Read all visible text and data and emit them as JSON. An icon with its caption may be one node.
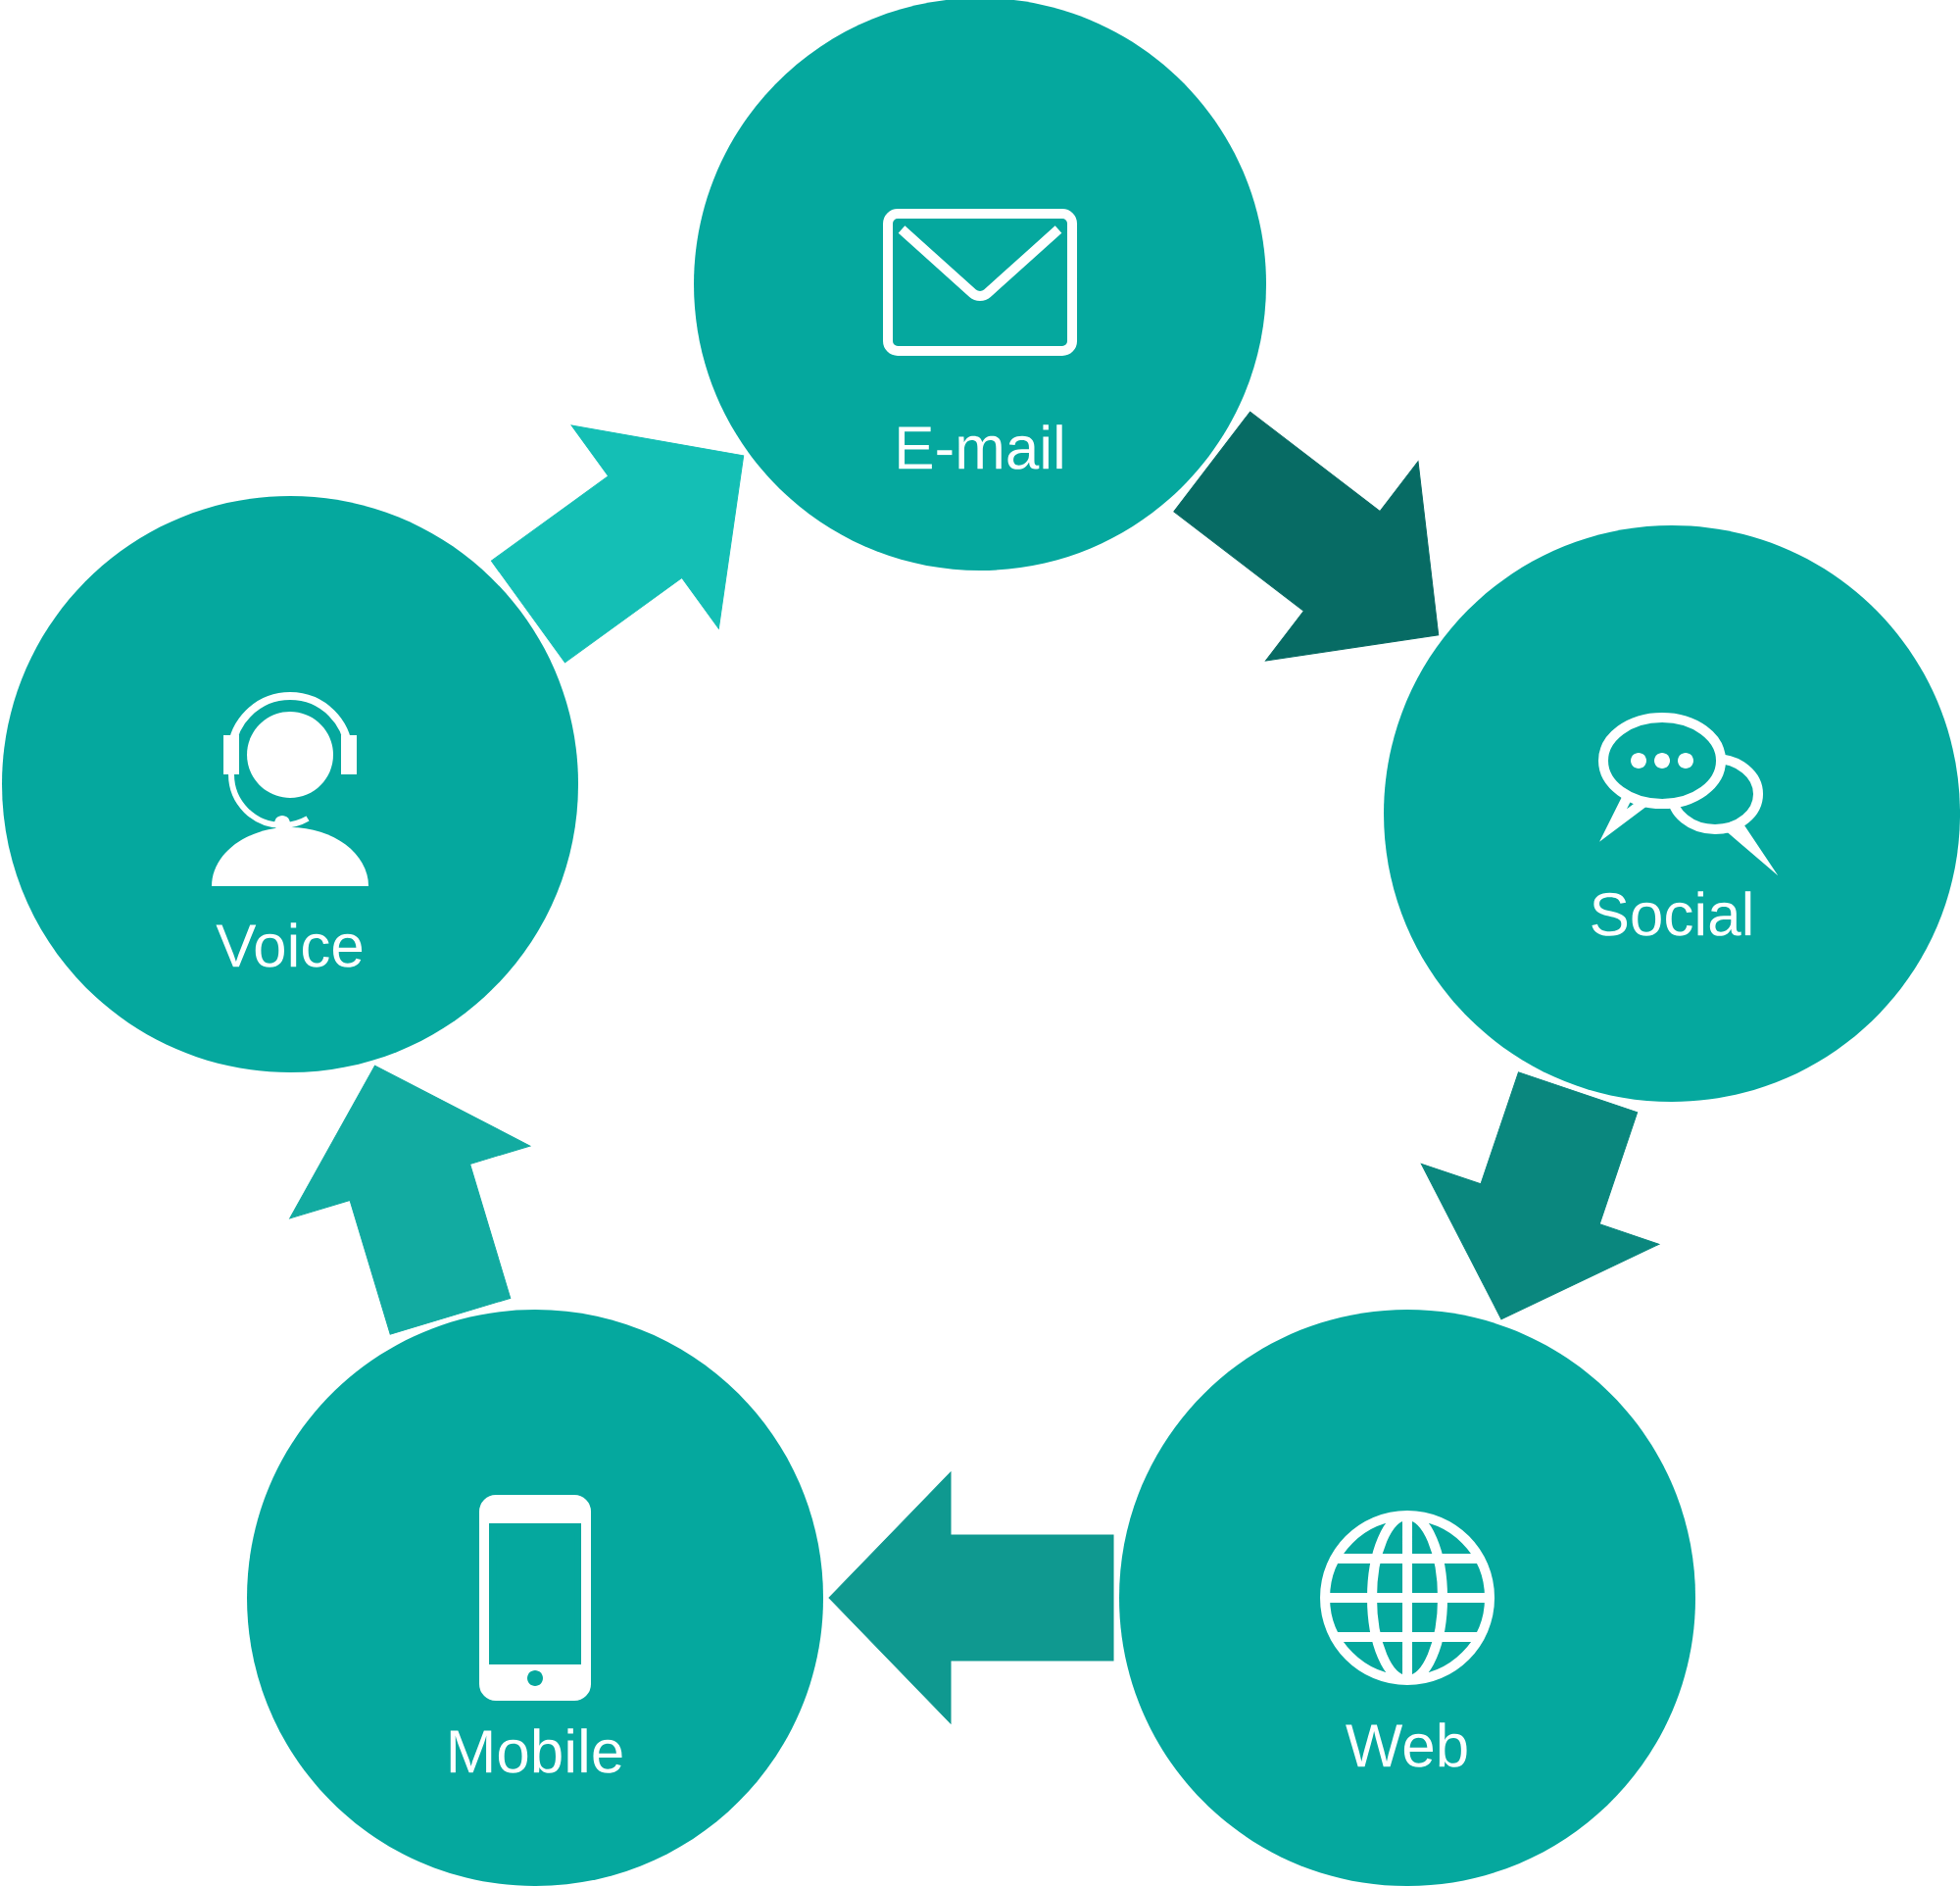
{
  "diagram": {
    "nodes": [
      {
        "text": [
          "E-mail"
        ]
      },
      {
        "text": [
          "Social"
        ]
      },
      {
        "text": [
          "Web"
        ]
      },
      {
        "text": [
          "Mobile"
        ]
      },
      {
        "text": [
          "Voice"
        ]
      }
    ],
    "edges": [
      {
        "from": 4,
        "to": 0,
        "arrow": "to",
        "color": "#14bfb5"
      },
      {
        "from": 0,
        "to": 1,
        "arrow": "to",
        "color": "#076b64"
      },
      {
        "from": 1,
        "to": 2,
        "arrow": "to",
        "color": "#0a877e"
      },
      {
        "from": 2,
        "to": 3,
        "arrow": "to",
        "color": "#0f9990"
      },
      {
        "from": 3,
        "to": 4,
        "arrow": "to",
        "color": "#12aba1"
      }
    ]
  }
}
